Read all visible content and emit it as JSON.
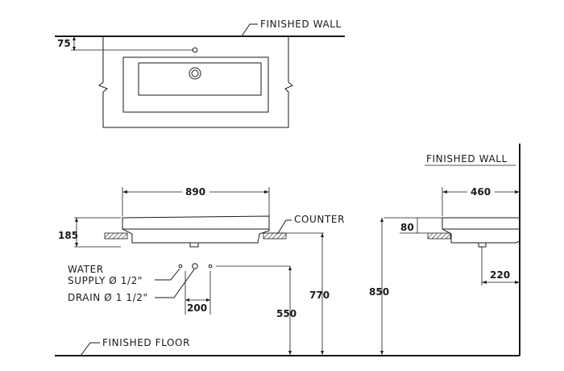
{
  "labels": {
    "finished_wall_top": "FINISHED  WALL",
    "finished_wall_side": "FINISHED  WALL",
    "counter": "COUNTER",
    "water_supply_line1": "WATER",
    "water_supply_line2": "SUPPLY Ø 1/2\"",
    "drain": "DRAIN Ø 1 1/2\"",
    "finished_floor": "FINISHED  FLOOR"
  },
  "dimensions": {
    "d75": "75",
    "d890": "890",
    "d185": "185",
    "d200": "200",
    "d550": "550",
    "d770": "770",
    "d850": "850",
    "d460": "460",
    "d80": "80",
    "d220": "220"
  }
}
